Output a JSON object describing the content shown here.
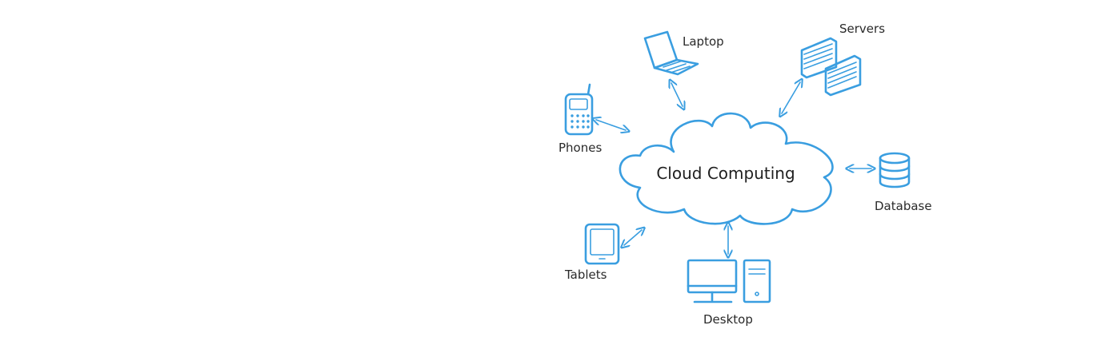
{
  "diagram": {
    "center_label": "Cloud Computing",
    "accent_color": "#3a9ee0",
    "nodes": {
      "laptop": {
        "label": "Laptop",
        "icon": "laptop-icon"
      },
      "servers": {
        "label": "Servers",
        "icon": "servers-icon"
      },
      "phones": {
        "label": "Phones",
        "icon": "phone-icon"
      },
      "database": {
        "label": "Database",
        "icon": "database-icon"
      },
      "tablets": {
        "label": "Tablets",
        "icon": "tablet-icon"
      },
      "desktop": {
        "label": "Desktop",
        "icon": "desktop-icon"
      }
    }
  }
}
